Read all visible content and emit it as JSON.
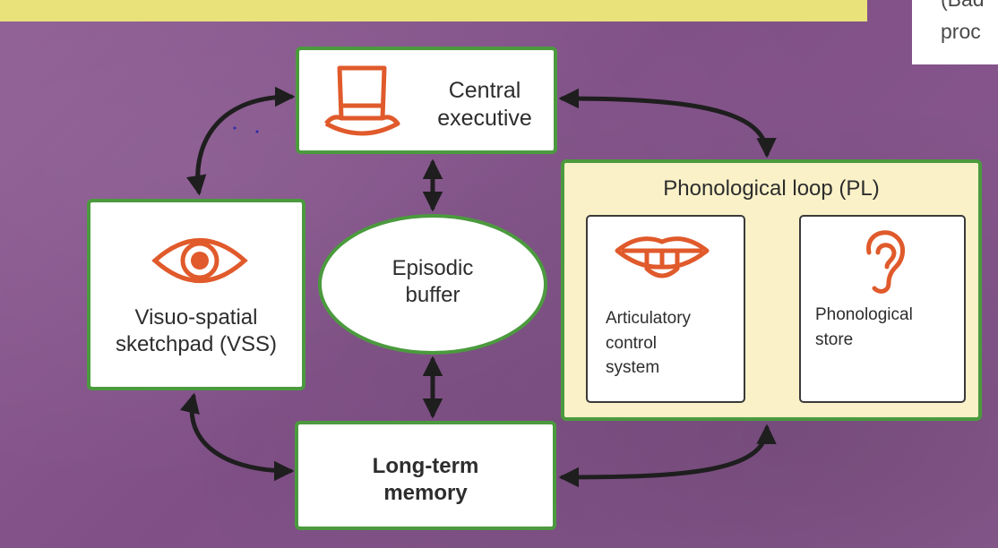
{
  "corner_note": {
    "line1": "(Bad",
    "line2": "proc"
  },
  "central_executive": {
    "label": "Central\nexecutive",
    "icon": "top-hat-icon"
  },
  "visuo_spatial": {
    "label": "Visuo-spatial\nsketchpad (VSS)",
    "icon": "eye-icon"
  },
  "episodic_buffer": {
    "label": "Episodic\nbuffer"
  },
  "long_term_memory": {
    "label": "Long-term\nmemory"
  },
  "phonological_loop": {
    "title": "Phonological loop (PL)",
    "articulatory": {
      "label": "Articulatory\ncontrol\nsystem",
      "icon": "mouth-tongue-icon"
    },
    "store": {
      "label": "Phonological\nstore",
      "icon": "ear-icon"
    }
  },
  "colors": {
    "background": "#8a5a8f",
    "box_border": "#4b9a3e",
    "icon": "#e05a2b",
    "pl_fill": "#fbf1c8",
    "banner": "#e9e27a"
  }
}
